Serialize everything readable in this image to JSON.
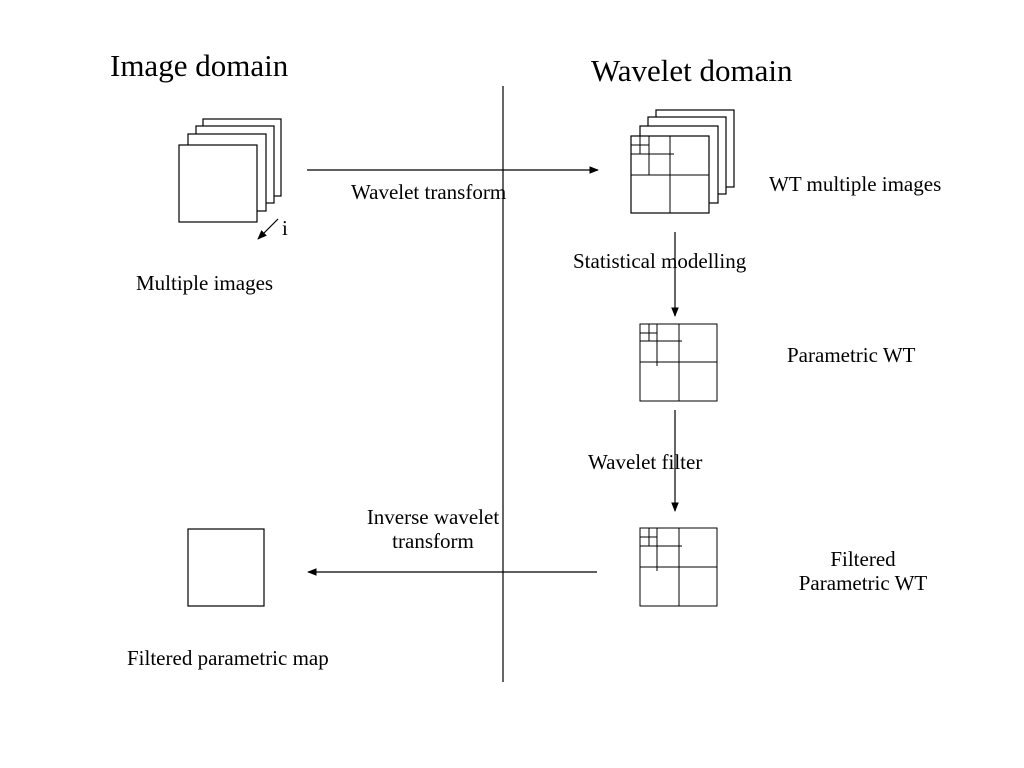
{
  "headings": {
    "image_domain": "Image domain",
    "wavelet_domain": "Wavelet domain"
  },
  "labels": {
    "multiple_images": "Multiple images",
    "index": "i",
    "wavelet_transform": "Wavelet transform",
    "wt_multiple_images": "WT multiple images",
    "statistical_modelling": "Statistical modelling",
    "parametric_wt": "Parametric WT",
    "wavelet_filter": "Wavelet filter",
    "filtered_parametric_wt_line1": "Filtered",
    "filtered_parametric_wt_line2": "Parametric WT",
    "inverse_wavelet_transform_line1": "Inverse wavelet",
    "inverse_wavelet_transform_line2": "transform",
    "filtered_parametric_map": "Filtered parametric map"
  }
}
